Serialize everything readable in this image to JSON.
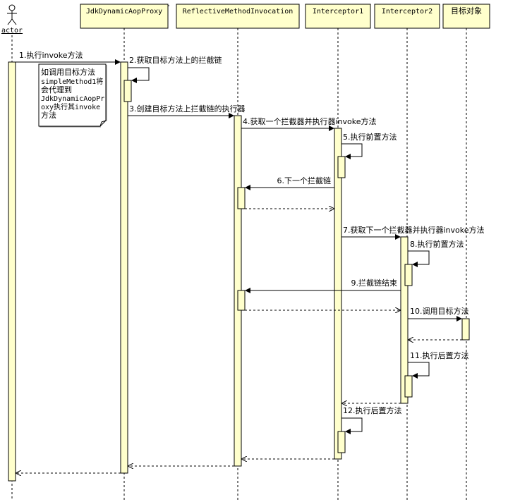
{
  "colors": {
    "box_fill": "#ffffcc",
    "activation_fill": "#ffffcc",
    "stroke": "#000000",
    "note_fill": "#ffffff"
  },
  "actor": {
    "label": "actor"
  },
  "participants": [
    {
      "id": "jdk",
      "label": "JdkDynamicAopProxy"
    },
    {
      "id": "rmi",
      "label": "ReflectiveMethodInvocation"
    },
    {
      "id": "i1",
      "label": "Interceptor1"
    },
    {
      "id": "i2",
      "label": "Interceptor2"
    },
    {
      "id": "target",
      "label": "目标对象"
    }
  ],
  "messages": [
    {
      "id": "m1",
      "label": "1.执行invoke方法"
    },
    {
      "id": "m2",
      "label": "2.获取目标方法上的拦截链"
    },
    {
      "id": "m3",
      "label": "3.创建目标方法上拦截链的执行器"
    },
    {
      "id": "m4",
      "label": "4.获取一个拦截器并执行器invoke方法"
    },
    {
      "id": "m5",
      "label": "5.执行前置方法"
    },
    {
      "id": "m6",
      "label": "6.下一个拦截链"
    },
    {
      "id": "m7",
      "label": "7.获取下一个拦截器并执行器invoke方法"
    },
    {
      "id": "m8",
      "label": "8.执行前置方法"
    },
    {
      "id": "m9",
      "label": "9.拦截链结束"
    },
    {
      "id": "m10",
      "label": "10.调用目标方法"
    },
    {
      "id": "m11",
      "label": "11.执行后置方法"
    },
    {
      "id": "m12",
      "label": "12.执行后置方法"
    }
  ],
  "note": {
    "lines": [
      "如调用目标方法",
      "simpleMethod1将",
      "会代理到",
      "JdkDynamicAopPr",
      "oxy执行其invoke",
      "方法"
    ]
  }
}
